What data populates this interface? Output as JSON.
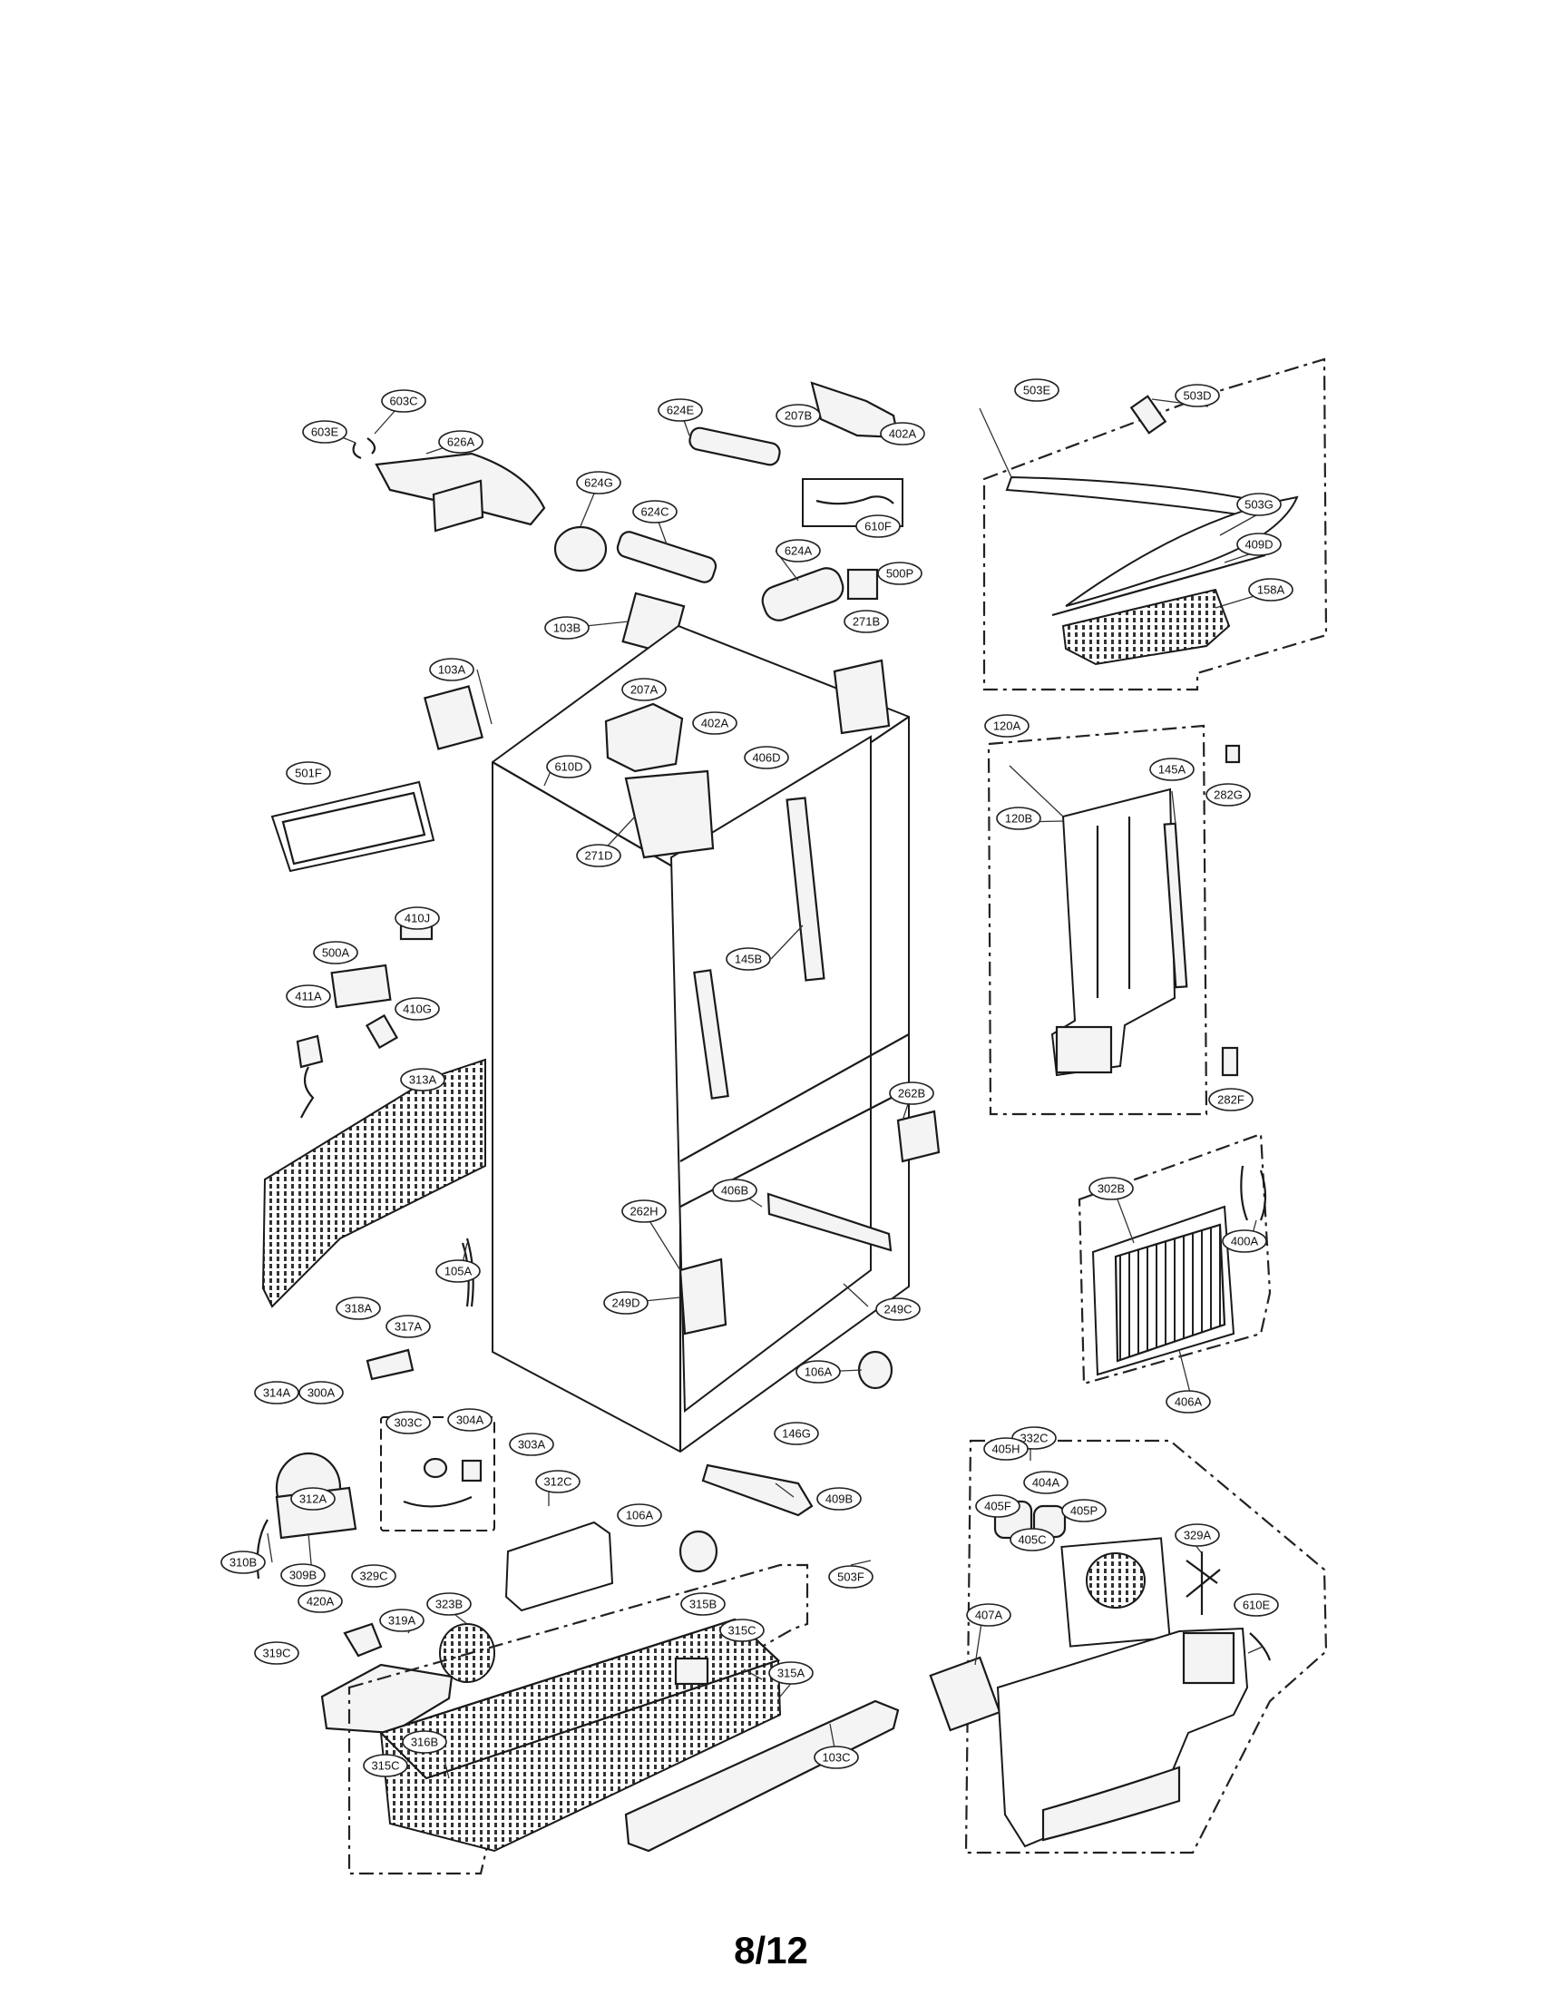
{
  "page_number": "8/12",
  "part_labels": [
    "603E",
    "603C",
    "626A",
    "624E",
    "207B",
    "402A",
    "624G",
    "624C",
    "610F",
    "624A",
    "500P",
    "103B",
    "271B",
    "103A",
    "207A",
    "402A",
    "406D",
    "610D",
    "501F",
    "271D",
    "410J",
    "500A",
    "145B",
    "411A",
    "410G",
    "313A",
    "262B",
    "406B",
    "262H",
    "105A",
    "249D",
    "249C",
    "318A",
    "317A",
    "106A",
    "314A",
    "300A",
    "303C",
    "304A",
    "303A",
    "146G",
    "409B",
    "312C",
    "312A",
    "106A",
    "503F",
    "310B",
    "309B",
    "329C",
    "420A",
    "323B",
    "319A",
    "319C",
    "315B",
    "315C",
    "315A",
    "316B",
    "315C",
    "103C",
    "503E",
    "503D",
    "503G",
    "409D",
    "158A",
    "120A",
    "145A",
    "282G",
    "120B",
    "282F",
    "302B",
    "400A",
    "406A",
    "332C",
    "405H",
    "404A",
    "405F",
    "405C",
    "405P",
    "329A",
    "407A",
    "610E"
  ]
}
